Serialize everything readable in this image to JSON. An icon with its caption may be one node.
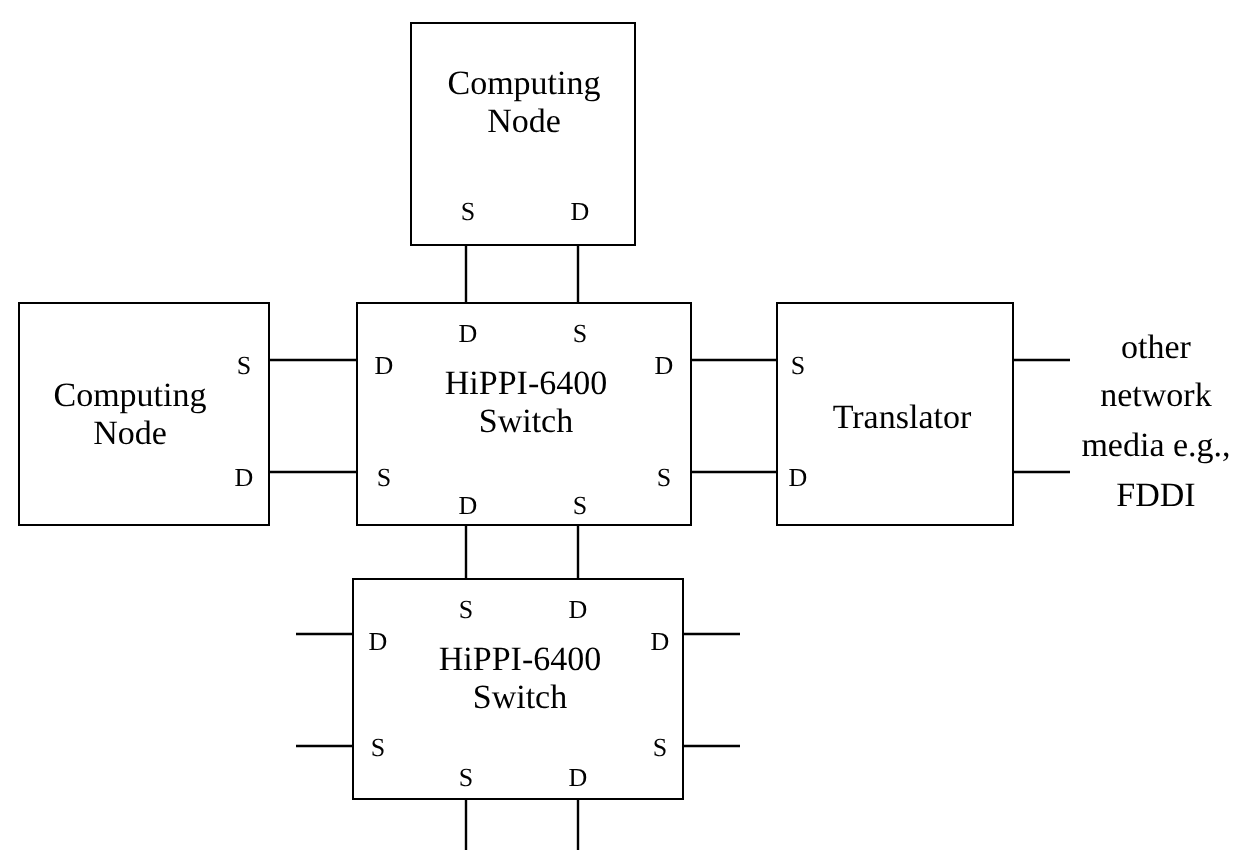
{
  "diagram": {
    "nodes": [
      {
        "text": [
          "Computing Node",
          "S",
          "D"
        ]
      },
      {
        "text": [
          "Computing Node",
          "S",
          "D"
        ]
      },
      {
        "text": [
          "HiPPI-6400 Switch",
          "D",
          "S",
          "D",
          "D",
          "S",
          "S",
          "D",
          "S"
        ]
      },
      {
        "text": [
          "Translator",
          "S",
          "D"
        ]
      },
      {
        "text": [
          "other network media e.g., FDDI"
        ]
      },
      {
        "text": [
          "HiPPI-6400 Switch",
          "S",
          "D",
          "D",
          "D",
          "S",
          "S",
          "S",
          "D"
        ]
      }
    ],
    "edges": [
      {
        "from": 0,
        "to": 2,
        "arrow": "none"
      },
      {
        "from": 0,
        "to": 2,
        "arrow": "none"
      },
      {
        "from": 1,
        "to": 2,
        "arrow": "none"
      },
      {
        "from": 1,
        "to": 2,
        "arrow": "none"
      },
      {
        "from": 2,
        "to": 3,
        "arrow": "none"
      },
      {
        "from": 2,
        "to": 3,
        "arrow": "none"
      },
      {
        "from": 3,
        "to": 4,
        "arrow": "none"
      },
      {
        "from": 3,
        "to": 4,
        "arrow": "none"
      },
      {
        "from": 2,
        "to": 5,
        "arrow": "none"
      },
      {
        "from": 2,
        "to": 5,
        "arrow": "none"
      },
      {
        "from": 5,
        "to": null,
        "arrow": "none"
      },
      {
        "from": 5,
        "to": null,
        "arrow": "none"
      },
      {
        "from": 5,
        "to": null,
        "arrow": "none"
      },
      {
        "from": 5,
        "to": null,
        "arrow": "none"
      },
      {
        "from": 5,
        "to": null,
        "arrow": "none"
      },
      {
        "from": 5,
        "to": null,
        "arrow": "none"
      }
    ]
  }
}
